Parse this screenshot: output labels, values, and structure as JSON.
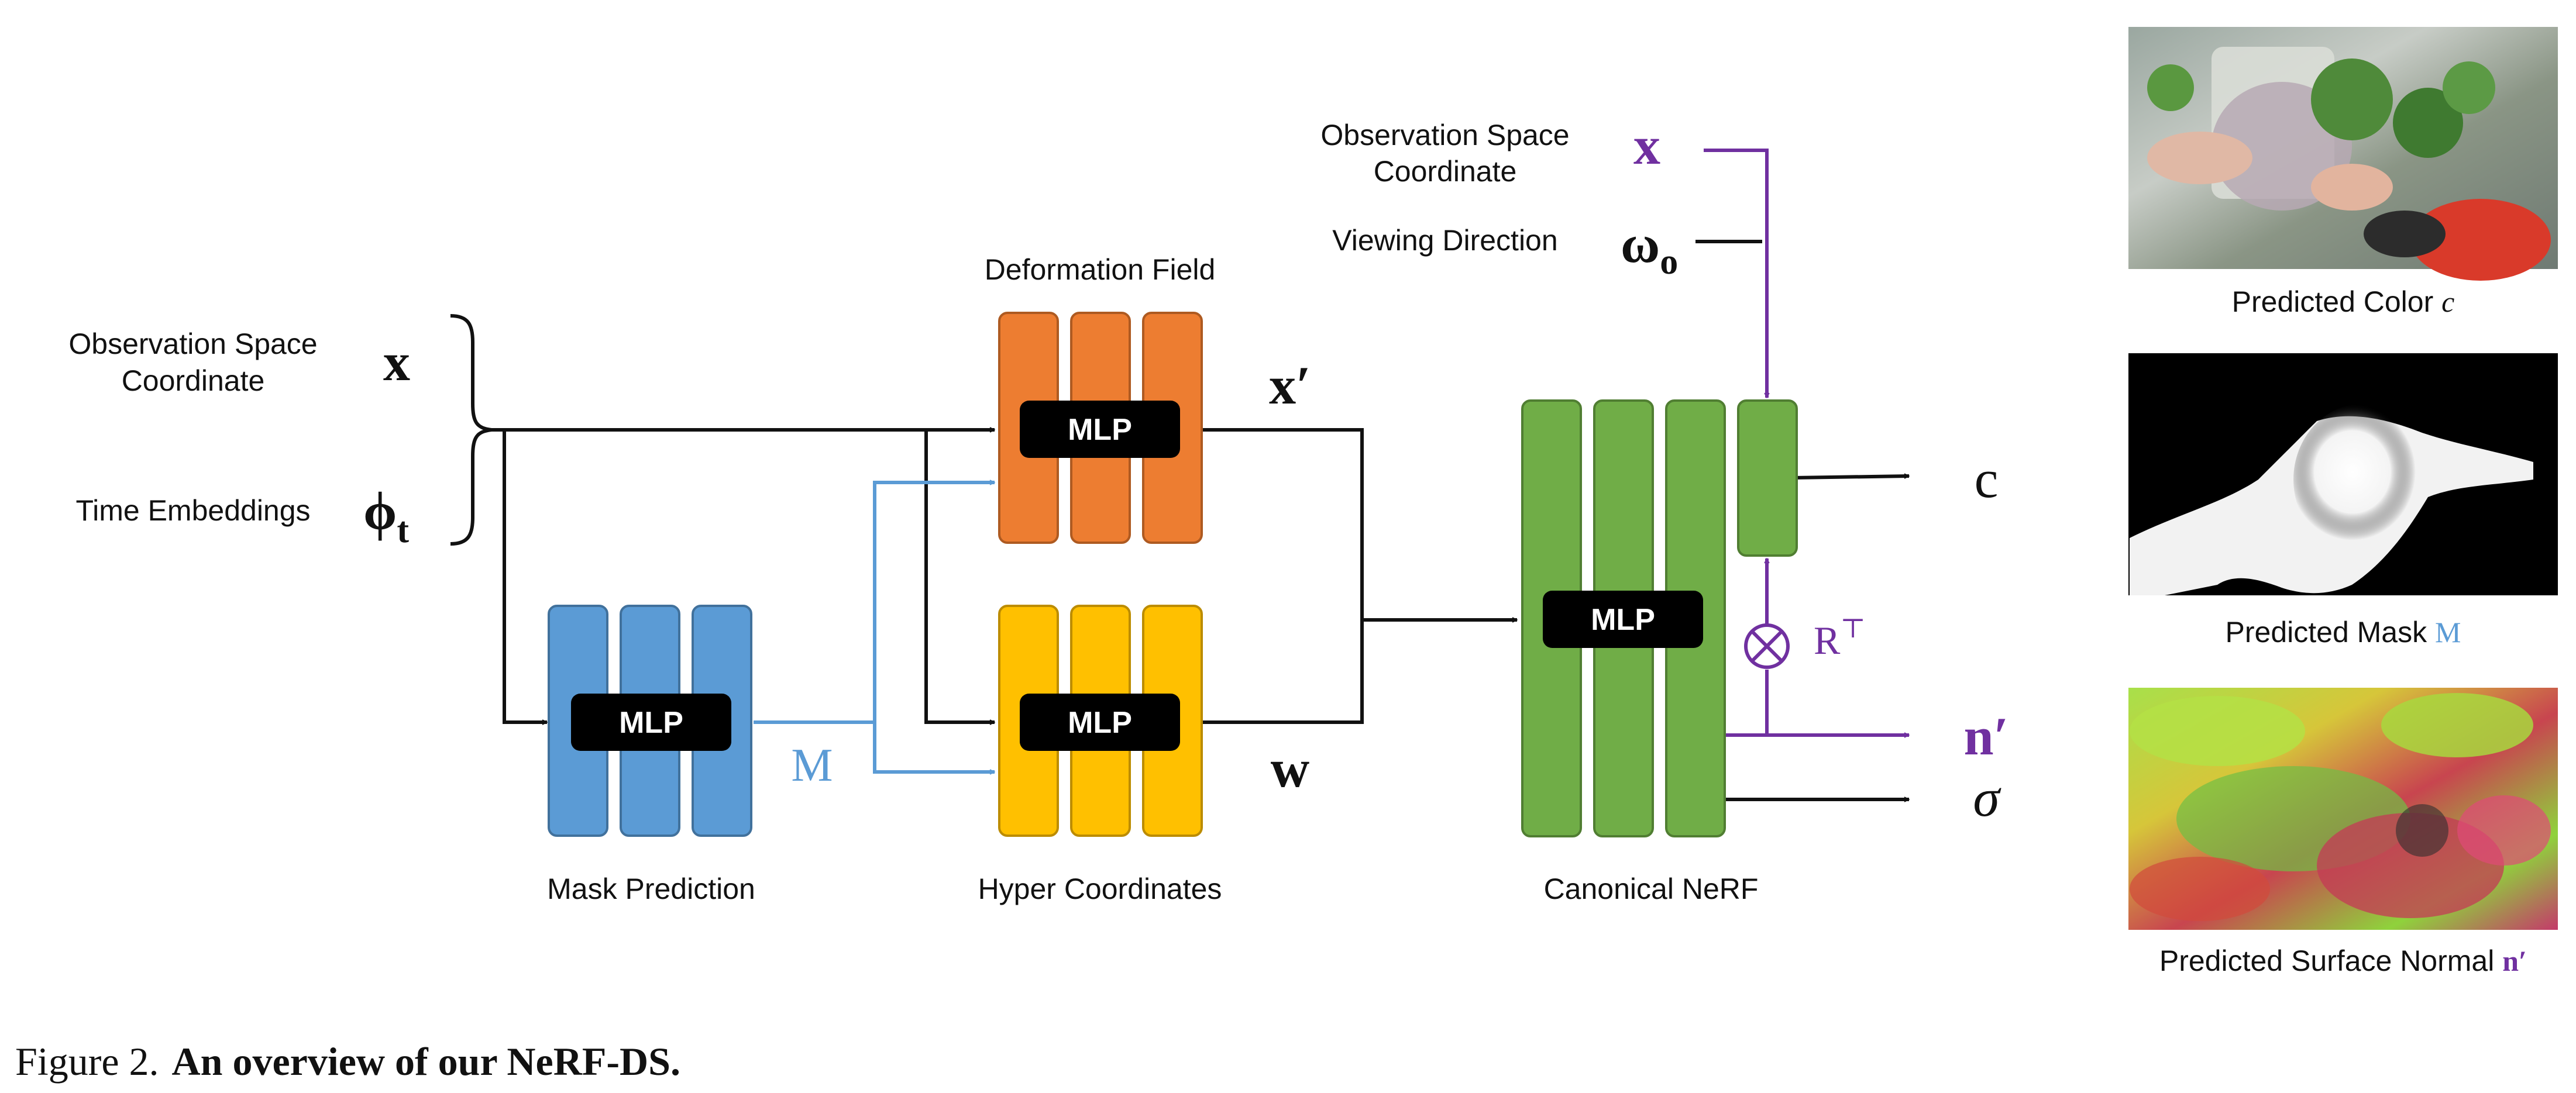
{
  "figure": {
    "caption_number": "Figure 2.",
    "caption_title": "An overview of our NeRF-DS."
  },
  "inputs": {
    "coord_label_line1": "Observation Space",
    "coord_label_line2": "Coordinate",
    "coord_symbol": "x",
    "time_label": "Time Embeddings",
    "time_symbol": "ϕ",
    "time_subscript": "t"
  },
  "modules": {
    "mlp_label": "MLP",
    "mask_prediction": "Mask Prediction",
    "deformation_field": "Deformation Field",
    "hyper_coordinates": "Hyper Coordinates",
    "canonical_nerf": "Canonical NeRF"
  },
  "signals": {
    "mask_symbol": "M",
    "deformed_coord": "x′",
    "hyper_coord": "w",
    "rotation_symbol": "R",
    "rotation_superscript": "⊤",
    "otimes": "⊗"
  },
  "canonical_inputs": {
    "coord_label_line1": "Observation Space",
    "coord_label_line2": "Coordinate",
    "coord_symbol": "x",
    "view_label": "Viewing Direction",
    "view_symbol": "ω",
    "view_subscript": "o"
  },
  "outputs": {
    "color": "c",
    "normal": "n′",
    "density": "σ"
  },
  "predictions": [
    {
      "label": "Predicted Color ",
      "symbol": "c"
    },
    {
      "label": "Predicted Mask ",
      "symbol": "M"
    },
    {
      "label": "Predicted Surface Normal ",
      "symbol": "n′"
    }
  ],
  "colors": {
    "mask_blue": "#5b9bd5",
    "deform_orange": "#ed7d31",
    "hyper_yellow": "#ffc000",
    "nerf_green": "#70ad47",
    "purple": "#7030a0",
    "signal_blue": "#5b9bd5"
  }
}
